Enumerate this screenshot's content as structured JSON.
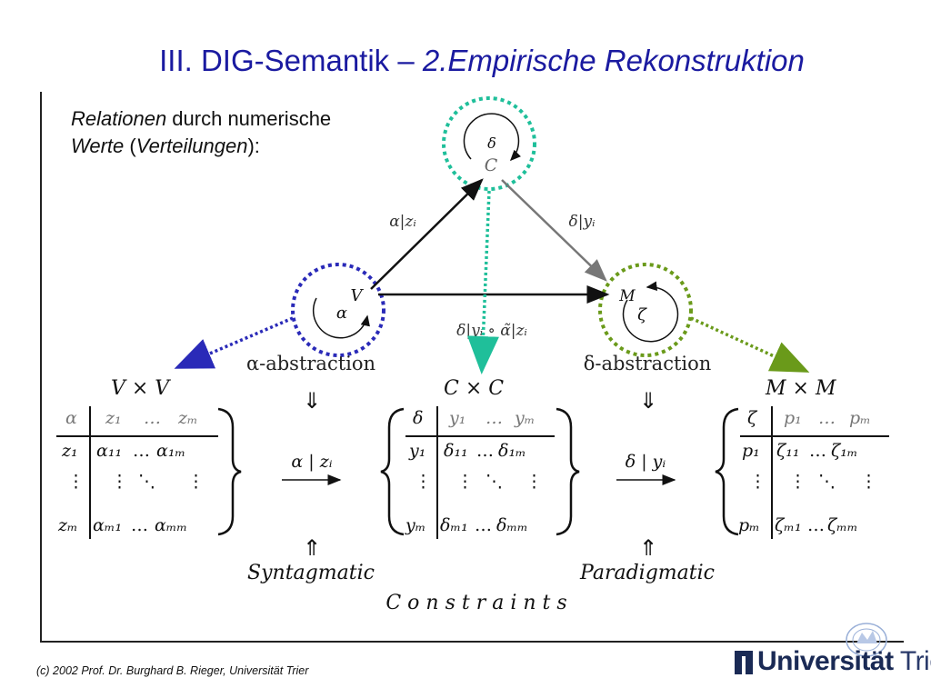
{
  "title": {
    "main": "III. DIG-Semantik – ",
    "italic": "2.Empirische Rekonstruktion"
  },
  "intro": {
    "line1_italic": "Relationen",
    "line1_rest": " durch numerische",
    "line2_it1": "Werte",
    "line2_mid": " (",
    "line2_it2": "Verteilungen",
    "line2_end": "):"
  },
  "nodes": {
    "C": {
      "letter": "C",
      "loop": "δ"
    },
    "V": {
      "letter": "V",
      "loop": "α"
    },
    "M": {
      "letter": "M",
      "loop": "ζ"
    }
  },
  "edges": {
    "alpha_z": "α|zᵢ",
    "delta_y": "δ|yᵢ",
    "composition": "δ|yᵢ ∘ α̃|zᵢ"
  },
  "abstractions": {
    "alpha": "α-abstraction",
    "delta": "δ-abstraction"
  },
  "matrices": {
    "VxV": {
      "title": "V × V",
      "corner": "α",
      "col1": "z₁",
      "coldots": "…",
      "colm": "zₘ",
      "row1": "z₁",
      "rowm": "zₘ",
      "c11": "α₁₁",
      "c1m": "α₁ₘ",
      "cm1": "αₘ₁",
      "cmm": "αₘₘ"
    },
    "CxC": {
      "title": "C × C",
      "corner": "δ",
      "col1": "y₁",
      "coldots": "…",
      "colm": "yₘ",
      "row1": "y₁",
      "rowm": "yₘ",
      "c11": "δ₁₁",
      "c1m": "δ₁ₘ",
      "cm1": "δₘ₁",
      "cmm": "δₘₘ"
    },
    "MxM": {
      "title": "M × M",
      "corner": "ζ",
      "col1": "p₁",
      "coldots": "…",
      "colm": "pₘ",
      "row1": "p₁",
      "rowm": "pₘ",
      "c11": "ζ₁₁",
      "c1m": "ζ₁ₘ",
      "cm1": "ζₘ₁",
      "cmm": "ζₘₘ"
    }
  },
  "mappings": {
    "alpha_map": "α | zᵢ",
    "delta_map": "δ | yᵢ"
  },
  "labels": {
    "syntagmatic": "Syntagmatic",
    "paradigmatic": "Paradigmatic",
    "constraints": "C o n s t r a i n t s"
  },
  "footer": "(c) 2002  Prof. Dr. Burghard B. Rieger, Universität Trier",
  "logo": {
    "bold": "Universität",
    "light": " Trier"
  },
  "colors": {
    "title": "#1a1aa0",
    "circle_C": "#1fbf9a",
    "circle_V": "#2a2ab8",
    "circle_M": "#6a9a1a",
    "arrow_V": "#2a2ab8",
    "arrow_C": "#1fbf9a",
    "arrow_M": "#6a9a1a",
    "edge_gray": "#777777"
  }
}
